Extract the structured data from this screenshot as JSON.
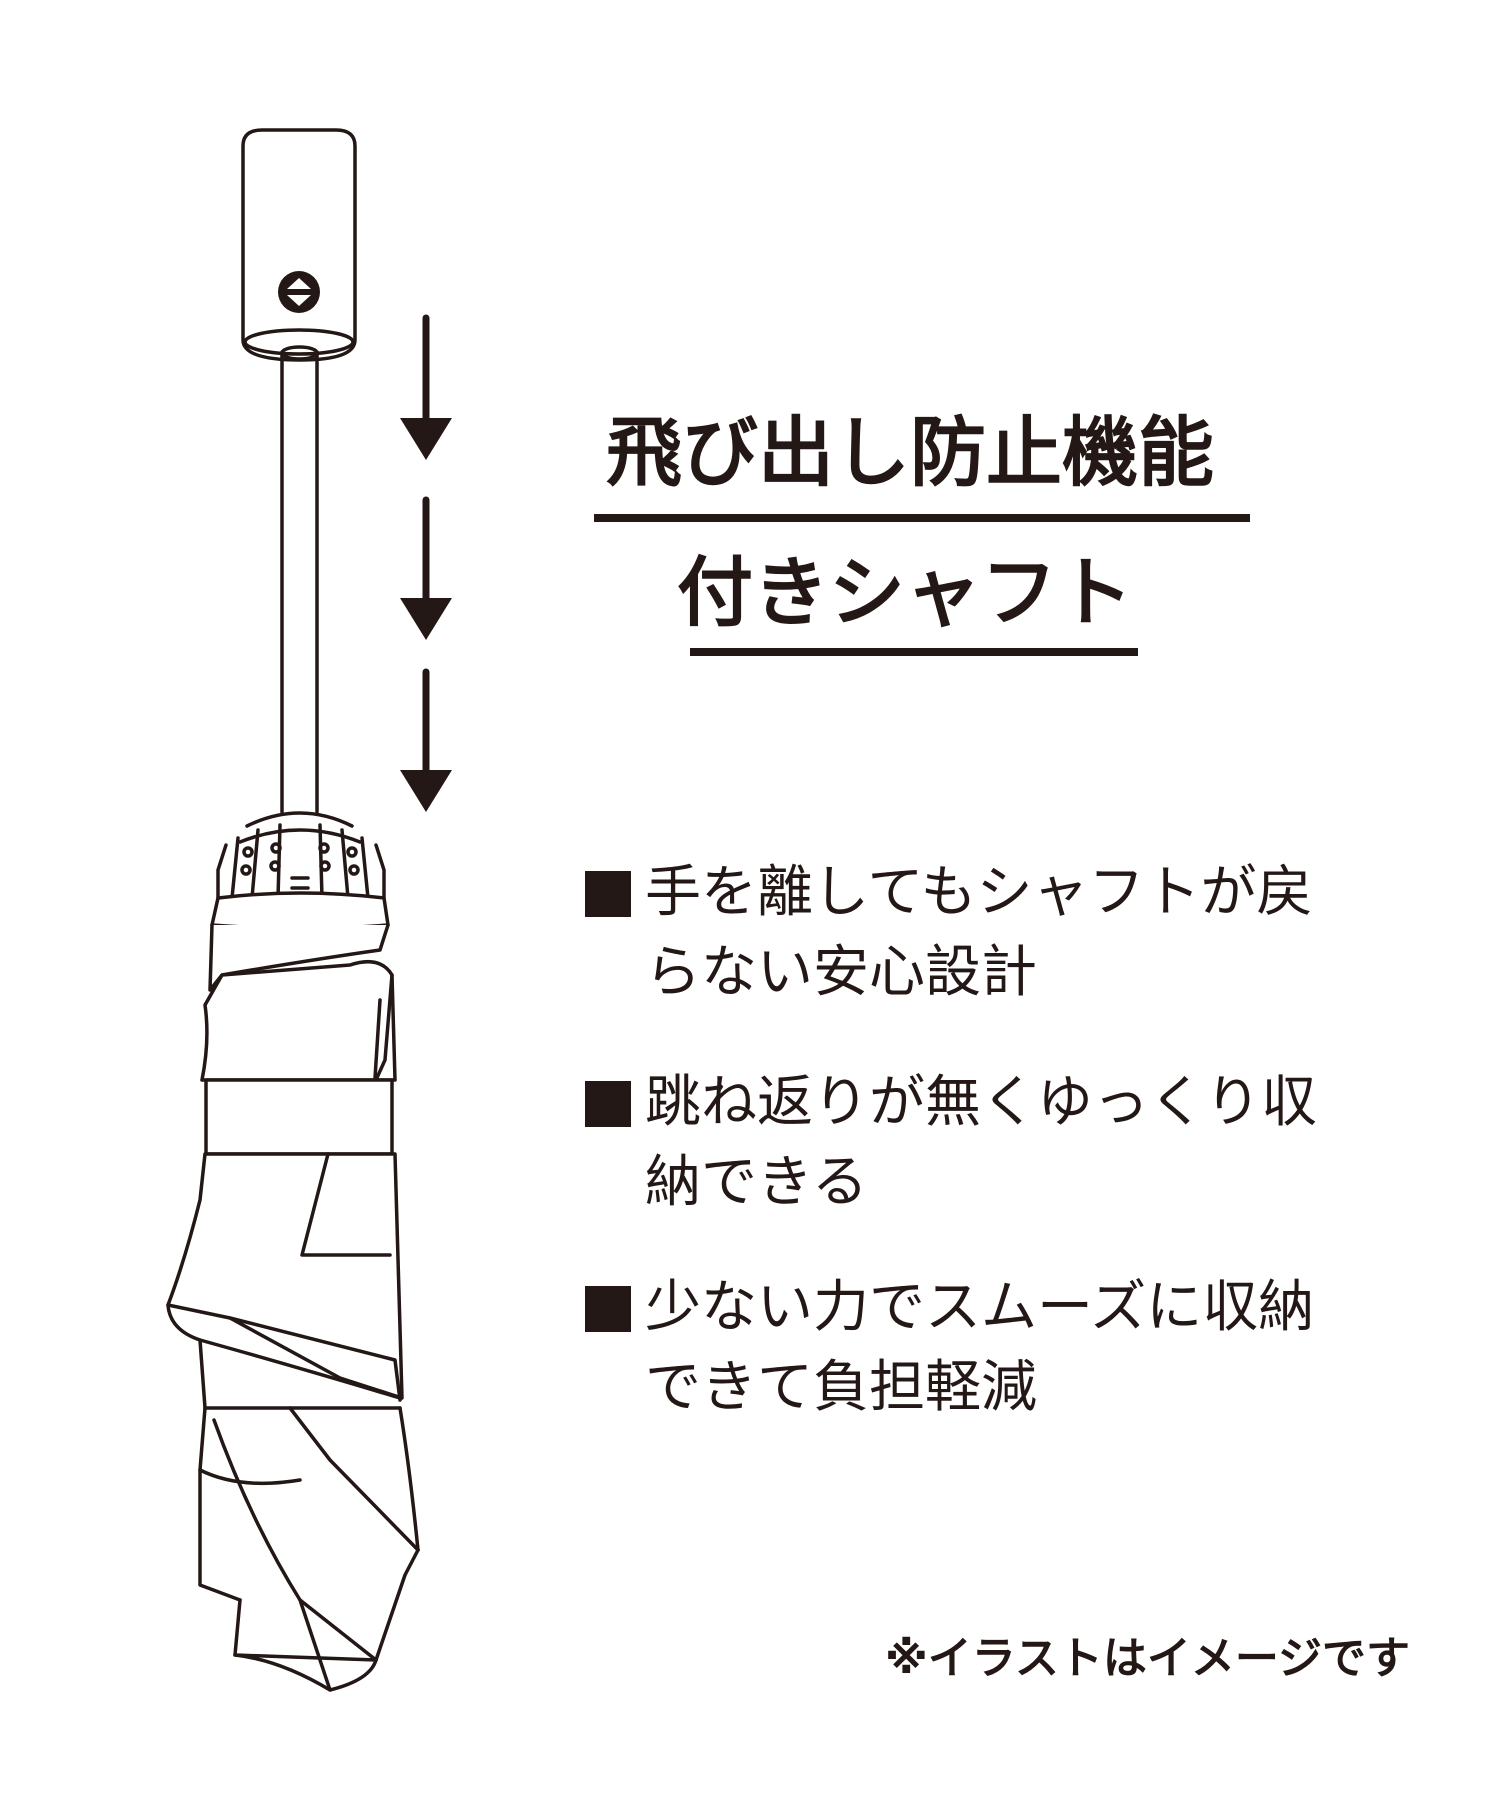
{
  "title": {
    "line1": "飛び出し防止機能",
    "line2": "付きシャフト"
  },
  "features": [
    {
      "bullet": "■",
      "text": "手を離してもシャフトが戻らない安心設計"
    },
    {
      "bullet": "■",
      "text": "跳ね返りが無くゆっくり収納できる"
    },
    {
      "bullet": "■",
      "text": "少ない力でスムーズに収納できて負担軽減"
    }
  ],
  "note": "※イラストはイメージです",
  "illustration": {
    "subject": "folding-umbrella-icon",
    "arrows": [
      "down-arrow-icon",
      "down-arrow-icon",
      "down-arrow-icon"
    ]
  },
  "colors": {
    "ink": "#231815",
    "background": "#ffffff"
  }
}
